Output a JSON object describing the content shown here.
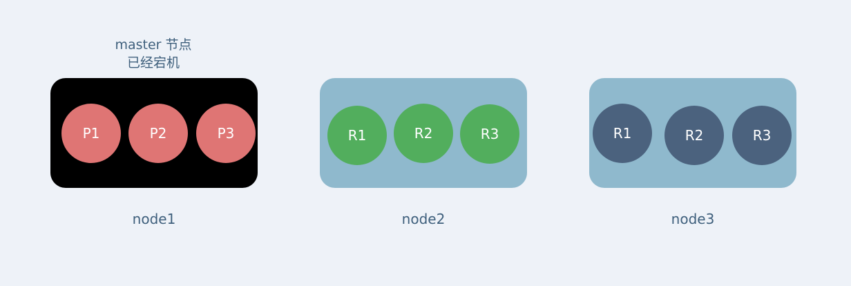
{
  "colors": {
    "background": "#eef2f8",
    "down_node": "#000000",
    "live_node": "#8fb9cd",
    "primary_shard": "#df7574",
    "replica_live": "#52ae5d",
    "replica_unassigned": "#4b627e",
    "text": "#3e5f7c"
  },
  "master_note": {
    "line1": "master 节点",
    "line2": "已经宕机"
  },
  "nodes": [
    {
      "name": "node1",
      "shards": [
        "P1",
        "P2",
        "P3"
      ]
    },
    {
      "name": "node2",
      "shards": [
        "R1",
        "R2",
        "R3"
      ]
    },
    {
      "name": "node3",
      "shards": [
        "R1",
        "R2",
        "R3"
      ]
    }
  ]
}
